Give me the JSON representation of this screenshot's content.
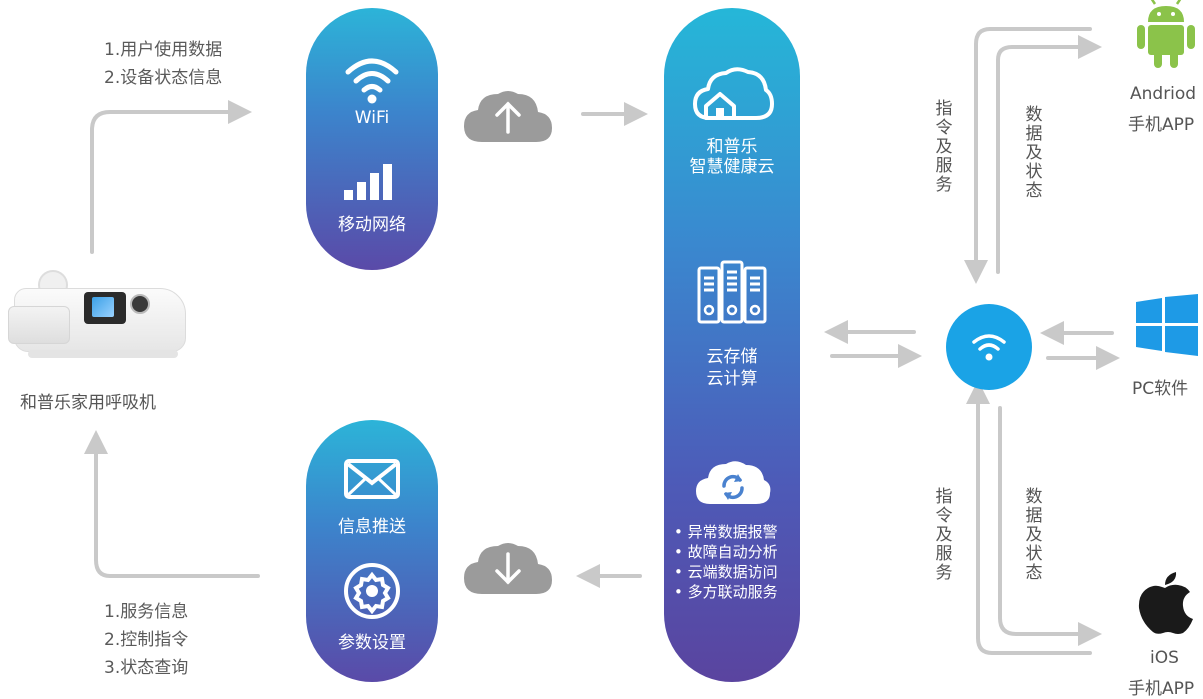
{
  "device": {
    "label": "和普乐家用呼吸机"
  },
  "upload_info": [
    "1.用户使用数据",
    "2.设备状态信息"
  ],
  "download_info": [
    "1.服务信息",
    "2.控制指令",
    "3.状态查询"
  ],
  "upload_pill": {
    "wifi_label": "WiFi",
    "mobile_label": "移动网络"
  },
  "download_pill": {
    "message_label": "信息推送",
    "settings_label": "参数设置"
  },
  "cloud": {
    "title_line1": "和普乐",
    "title_line2": "智慧健康云",
    "storage_line1": "云存储",
    "storage_line2": "云计算",
    "features": [
      "• 异常数据报警",
      "• 故障自动分析",
      "• 云端数据访问",
      "• 多方联动服务"
    ]
  },
  "right_labels": {
    "android_cmd": "指令及服务",
    "android_data": "数据及状态",
    "ios_cmd": "指令及服务",
    "ios_data": "数据及状态"
  },
  "platforms": {
    "android_line1": "Andriod",
    "android_line2": "手机APP",
    "pc": "PC软件",
    "ios_line1": "iOS",
    "ios_line2": "手机APP"
  },
  "colors": {
    "arrow_gray": "#c9c9c9",
    "cloud_gray": "#9b9b9b",
    "hub_blue": "#1aa3e6",
    "android_green": "#8bc34a",
    "windows_blue": "#1e9ae6",
    "apple_black": "#1a1a1a"
  }
}
